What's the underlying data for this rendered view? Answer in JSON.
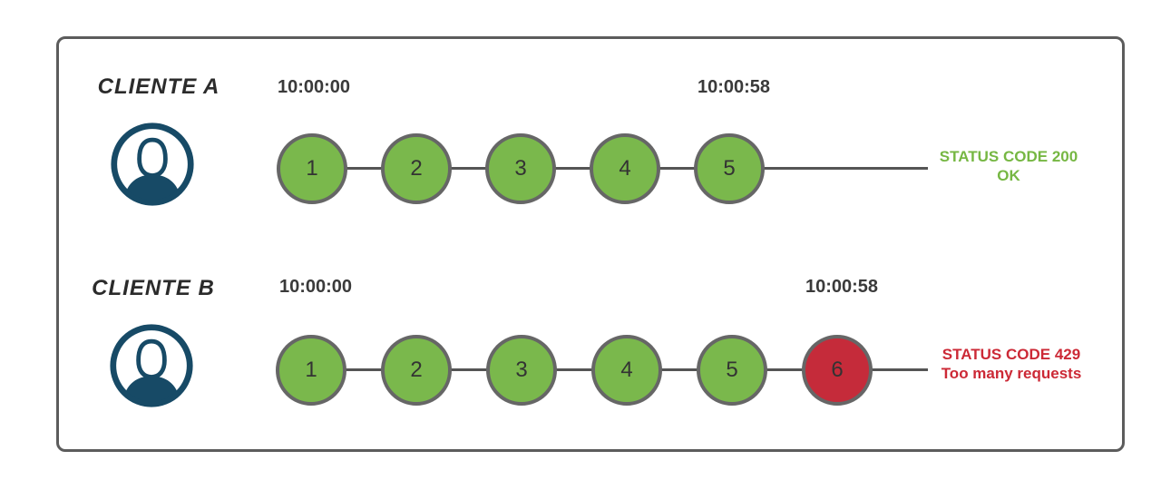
{
  "rows": [
    {
      "client_label": "CLIENTE A",
      "start_time": "10:00:00",
      "end_time": "10:00:58",
      "steps": [
        {
          "label": "1",
          "color": "#7ab84c"
        },
        {
          "label": "2",
          "color": "#7ab84c"
        },
        {
          "label": "3",
          "color": "#7ab84c"
        },
        {
          "label": "4",
          "color": "#7ab84c"
        },
        {
          "label": "5",
          "color": "#7ab84c"
        }
      ],
      "status": {
        "line1": "STATUS CODE 200",
        "line2": "OK",
        "color": "#76b743"
      }
    },
    {
      "client_label": "CLIENTE B",
      "start_time": "10:00:00",
      "end_time": "10:00:58",
      "steps": [
        {
          "label": "1",
          "color": "#7ab84c"
        },
        {
          "label": "2",
          "color": "#7ab84c"
        },
        {
          "label": "3",
          "color": "#7ab84c"
        },
        {
          "label": "4",
          "color": "#7ab84c"
        },
        {
          "label": "5",
          "color": "#7ab84c"
        },
        {
          "label": "6",
          "color": "#c52b3a"
        }
      ],
      "status": {
        "line1": "STATUS CODE 429",
        "line2": "Too many requests",
        "color": "#cc2936"
      }
    }
  ],
  "colors": {
    "panel_border": "#5c5c5c",
    "timeline_line": "#555555",
    "circle_border": "#666666",
    "circle_ok_fill": "#7ab84c",
    "circle_limited_fill": "#c52b3a",
    "avatar_navy": "#174a66",
    "timestamp_text": "#3a3a3a",
    "status_ok_text": "#76b743",
    "status_limited_text": "#cc2936"
  }
}
